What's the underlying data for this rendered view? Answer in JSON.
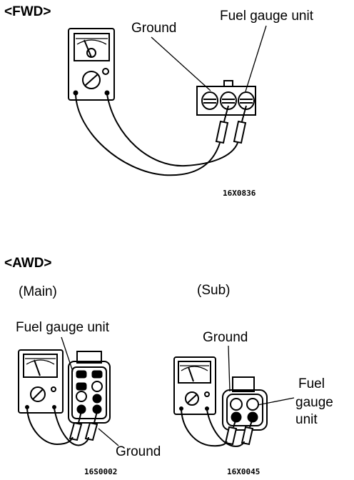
{
  "fwd": {
    "header": "<FWD>",
    "label_ground": "Ground",
    "label_fuel_gauge_unit": "Fuel gauge unit",
    "code": "16X0836"
  },
  "awd": {
    "header": "<AWD>",
    "main": {
      "title": "(Main)",
      "label_fuel_gauge_unit": "Fuel gauge unit",
      "label_ground": "Ground",
      "code": "16S0002"
    },
    "sub": {
      "title": "(Sub)",
      "label_ground": "Ground",
      "label_fuel_line1": "Fuel",
      "label_fuel_line2": "gauge",
      "label_fuel_line3": "unit",
      "code": "16X0045"
    }
  }
}
